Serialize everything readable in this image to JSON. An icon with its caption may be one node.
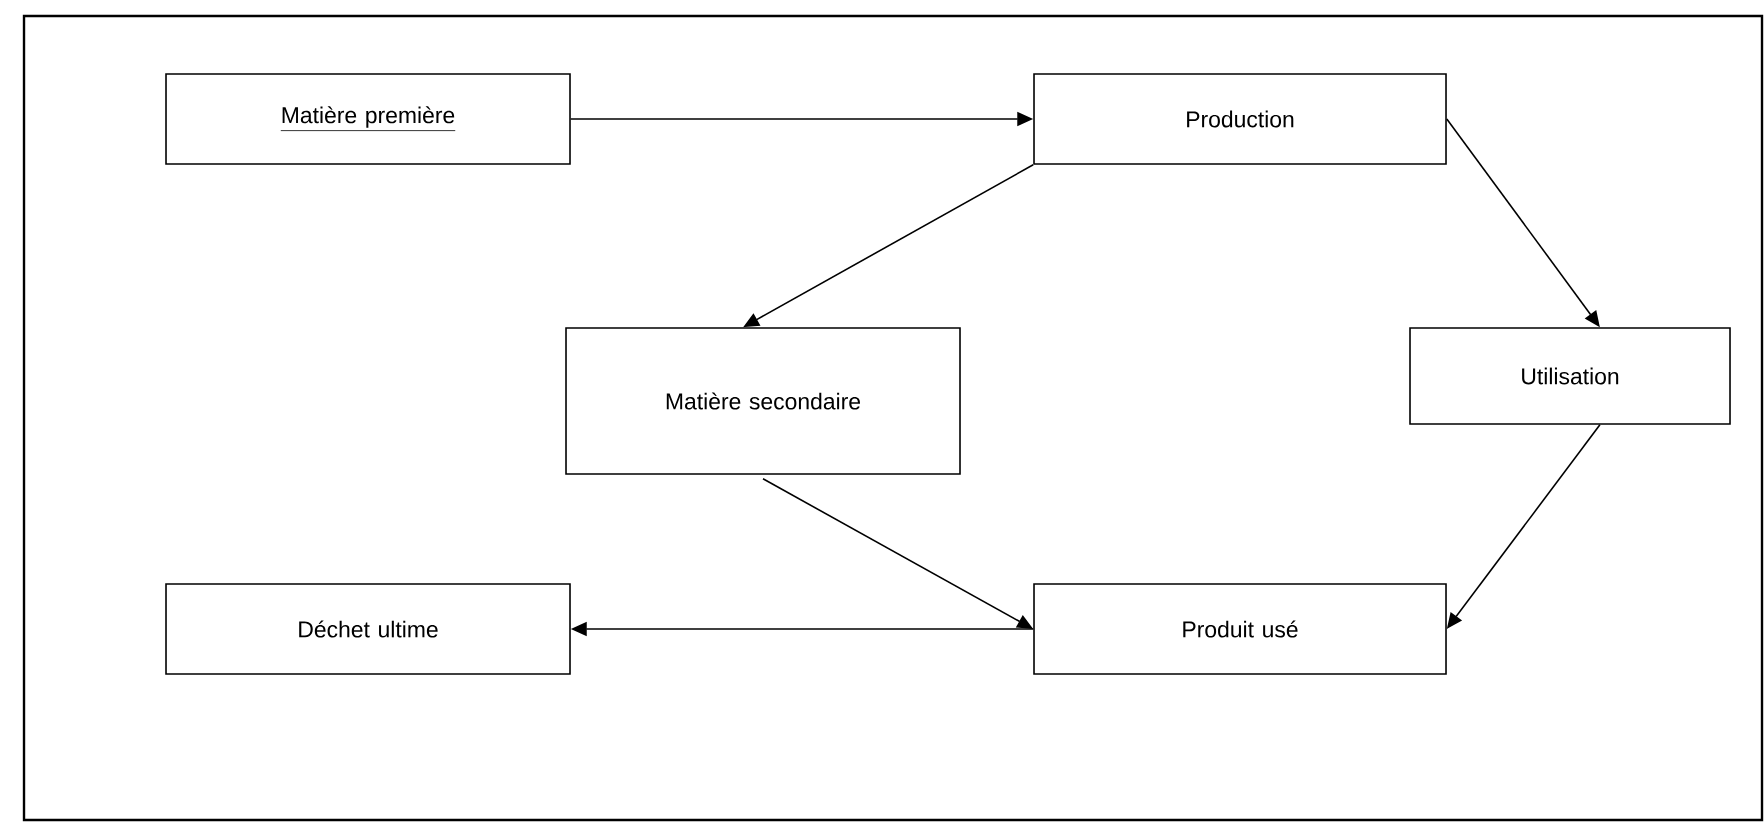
{
  "diagram": {
    "nodes": [
      {
        "text": [
          "Matière première"
        ]
      },
      {
        "text": [
          "Production"
        ]
      },
      {
        "text": [
          "Matière secondaire"
        ]
      },
      {
        "text": [
          "Utilisation"
        ]
      },
      {
        "text": [
          "Déchet ultime"
        ]
      },
      {
        "text": [
          "Produit usé"
        ]
      }
    ],
    "edges": [
      {
        "from": 0,
        "to": 1,
        "arrow": "to"
      },
      {
        "from": 1,
        "to": 2,
        "arrow": "to"
      },
      {
        "from": 1,
        "to": 3,
        "arrow": "to"
      },
      {
        "from": 2,
        "to": 5,
        "arrow": "to"
      },
      {
        "from": 3,
        "to": 5,
        "arrow": "to"
      },
      {
        "from": 5,
        "to": 4,
        "arrow": "to"
      }
    ]
  }
}
